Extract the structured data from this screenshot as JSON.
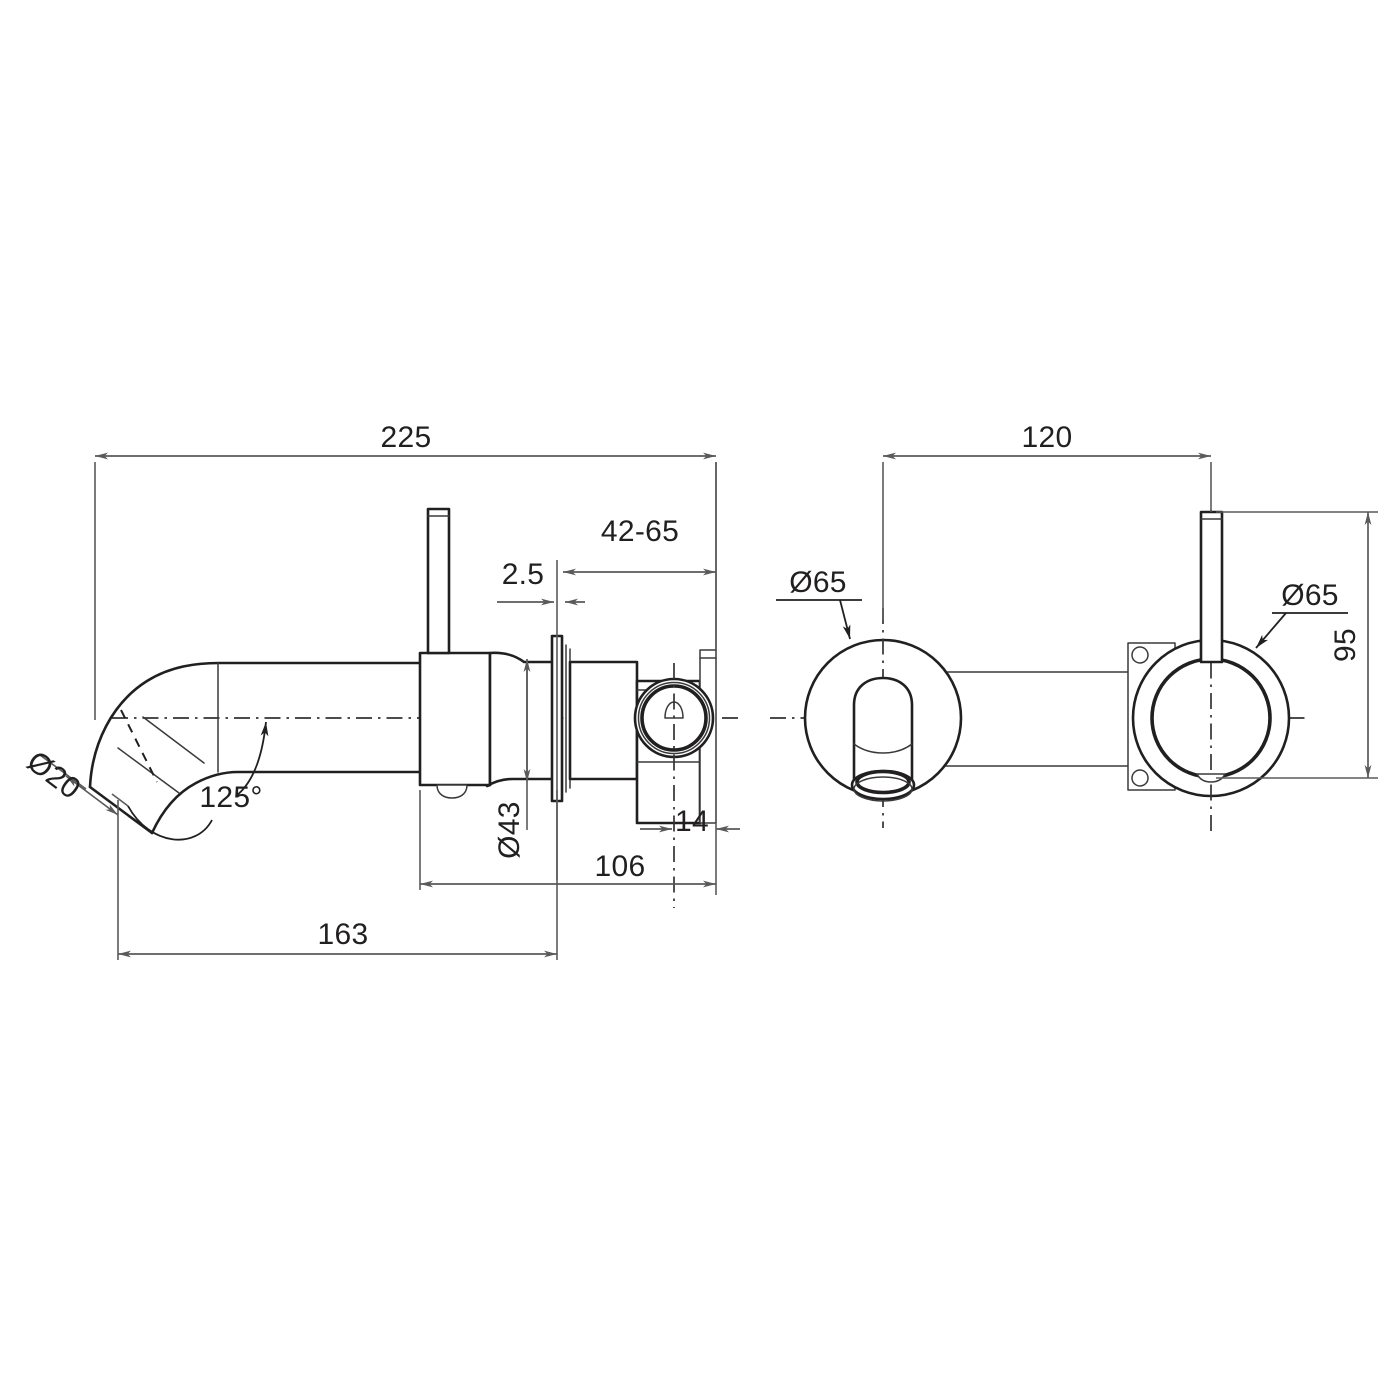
{
  "document": {
    "type": "technical-drawing",
    "subject": "wall-mounted basin mixer with spout",
    "units": "mm",
    "background_color": "#ffffff",
    "line_color": "#221f1f",
    "dimension_color": "#5a5a5a"
  },
  "views": {
    "side": {
      "name": "side-elevation",
      "dimensions": {
        "overall_length": "225",
        "spout_projection": "163",
        "body_to_wall": "106",
        "wall_thickness_range": "42-65",
        "plate_thickness": "2.5",
        "body_diameter": "Ø43",
        "outlet_diameter": "Ø20",
        "valve_offset": "14",
        "spout_bend_angle": "125°"
      }
    },
    "front": {
      "name": "front-elevation",
      "dimensions": {
        "centres_spacing": "120",
        "plate_height": "95",
        "spout_plate_diameter": "Ø65",
        "mixer_plate_diameter": "Ø65"
      }
    }
  },
  "labels": [
    {
      "id": "dim-225",
      "text": "225"
    },
    {
      "id": "dim-42-65",
      "text": "42-65"
    },
    {
      "id": "dim-2-5",
      "text": "2.5"
    },
    {
      "id": "dim-d43",
      "text": "Ø43"
    },
    {
      "id": "dim-d20",
      "text": "Ø20"
    },
    {
      "id": "dim-125deg",
      "text": "125°"
    },
    {
      "id": "dim-14",
      "text": "14"
    },
    {
      "id": "dim-106",
      "text": "106"
    },
    {
      "id": "dim-163",
      "text": "163"
    },
    {
      "id": "dim-120",
      "text": "120"
    },
    {
      "id": "dim-95",
      "text": "95"
    },
    {
      "id": "dim-d65-left",
      "text": "Ø65"
    },
    {
      "id": "dim-d65-right",
      "text": "Ø65"
    }
  ]
}
